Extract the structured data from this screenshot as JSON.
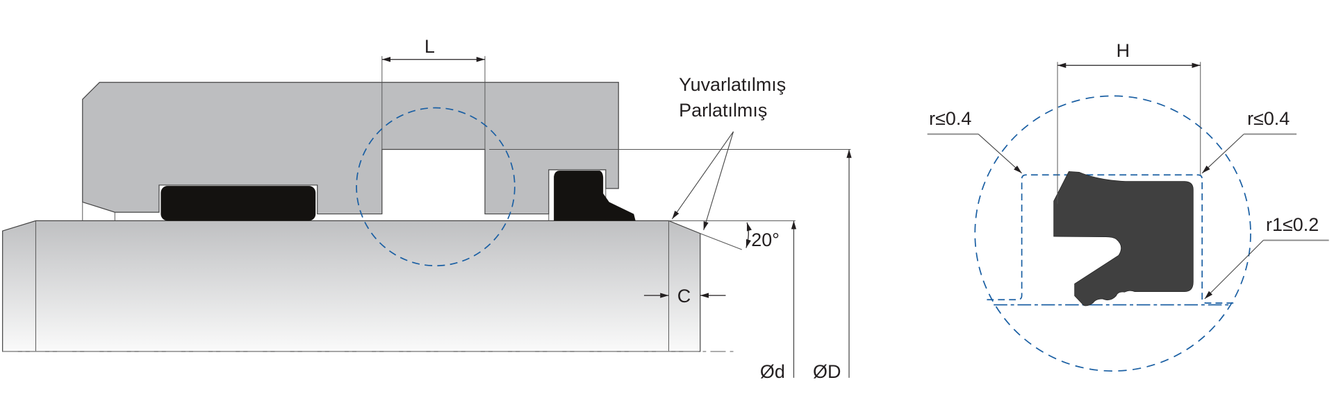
{
  "left_view": {
    "dim_L": "L",
    "annotation_line1": "Yuvarlatılmış",
    "annotation_line2": "Parlatılmış",
    "angle": "20°",
    "dim_C": "C",
    "dim_d": "Ød",
    "dim_D": "ØD"
  },
  "detail_view": {
    "dim_H": "H",
    "radius_left": "r≤0.4",
    "radius_right": "r≤0.4",
    "radius_r1": "r1≤0.2"
  },
  "colors": {
    "housing": "#bdbec0",
    "seal_black": "#141210",
    "seal_detail": "#404040",
    "detail_circle": "#1a5fa3"
  }
}
